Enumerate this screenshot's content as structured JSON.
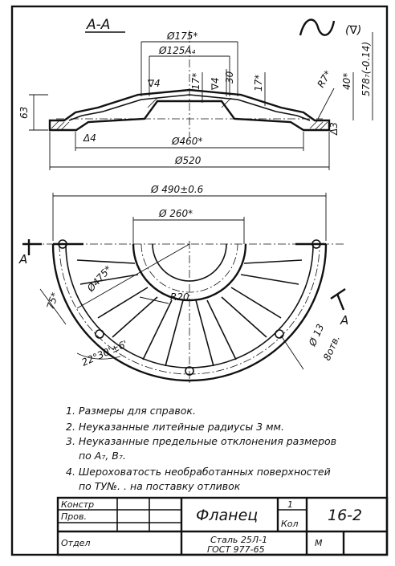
{
  "section": {
    "label": "А-А"
  },
  "roughness": {
    "mark": "(∇)"
  },
  "dimensions": {
    "d175": "Ø175*",
    "d125": "Ø125A₄",
    "d460": "Ø460*",
    "d520": "Ø520",
    "d490": "Ø 490±0.6",
    "d260": "Ø 260*",
    "d475": "Ø475*",
    "d13": "Ø 13",
    "holes": "8отв.",
    "h63": "63",
    "h30": "30",
    "h17a": "17*",
    "h17b": "17*",
    "h40": "40*",
    "r7": "R7*",
    "r20": "R20",
    "h578": "578₇(-0.14)",
    "w75": "75*",
    "angle": "22°30'±6'",
    "tol4a": "∇4",
    "tol4b": "∇4",
    "tol4c": "Δ4",
    "tol3": "Δ3"
  },
  "cut_marks": {
    "left": "А",
    "right": "А"
  },
  "notes": [
    "1. Размеры для справок.",
    "2. Неуказанные литейные радиусы 3 мм.",
    "3. Неуказанные предельные отклонения размеров",
    "по А₇, В₇.",
    "4. Шероховатость необработанных поверхностей",
    "по ТУ№. . на поставку отливок"
  ],
  "title_block": {
    "row1": "Констр",
    "row2": "Пров.",
    "row3": "Отдел",
    "part_name": "Фланец",
    "qty": "1",
    "qty_label": "Кол",
    "code": "16-2",
    "material_1": "Сталь 25Л-1",
    "material_2": "ГОСТ 977-65",
    "scale_label": "М"
  }
}
